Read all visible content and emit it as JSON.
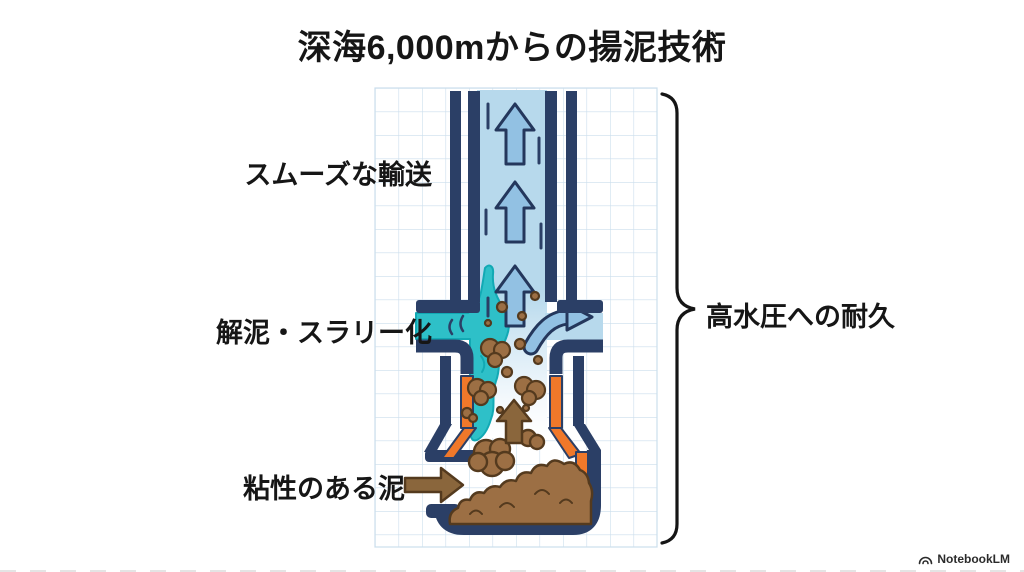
{
  "title": "深海6,000mからの揚泥技術",
  "labels": {
    "smooth_transport": "スムーズな輸送",
    "slurry_conversion": "解泥・スラリー化",
    "viscous_mud": "粘性のある泥",
    "pressure_endurance": "高水圧への耐久"
  },
  "watermark": {
    "brand": "NotebookLM"
  },
  "colors": {
    "ink": "#161616",
    "navy": "#2b3f66",
    "channel-blue": "#b7d9ec",
    "arrow-blue": "#92c1e3",
    "teal": "#2ec0c8",
    "teal-deep": "#12a9b4",
    "orange": "#f0782a",
    "mud": "#9c6f44",
    "mud-dark": "#543a1e",
    "mud-arrow": "#8a663c",
    "grid-line": "#cbdeec"
  }
}
